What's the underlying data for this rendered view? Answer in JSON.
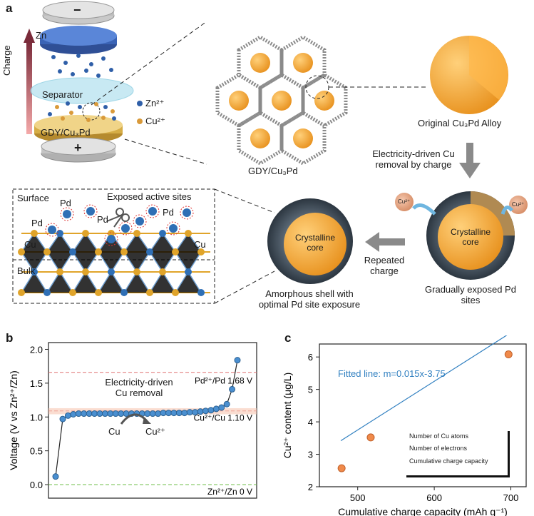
{
  "panel_a": {
    "letter": "a",
    "battery": {
      "minus": "−",
      "plus": "+",
      "zn": "Zn",
      "separator": "Separator",
      "cathode": "GDY/Cu₃Pd",
      "charge": "Charge",
      "legend_zn": "Zn²⁺",
      "legend_cu": "Cu²⁺"
    },
    "lattice_caption": "GDY/Cu₃Pd",
    "alloy_caption": "Original Cu₃Pd Alloy",
    "process_1": [
      "Electricity-driven Cu",
      "removal by charge"
    ],
    "cu_ion": "Cu²⁺",
    "core_text": [
      "Crystalline",
      "core"
    ],
    "exposed_caption": [
      "Gradually exposed Pd",
      "sites"
    ],
    "repeated": [
      "Repeated",
      "charge"
    ],
    "shell_caption": [
      "Amorphous shell with",
      "optimal Pd site exposure"
    ],
    "model": {
      "surface": "Surface",
      "bulk": "Bulk",
      "pd": "Pd",
      "cu": "Cu",
      "exposed": "Exposed active sites"
    },
    "colors": {
      "zn_ion": "#2f5fa8",
      "cu_ion": "#d99a3a",
      "alloy": "#f2a83a",
      "shell": "#3d4a57"
    }
  },
  "panel_b": {
    "letter": "b",
    "annotation": [
      "Electricity-driven",
      "Cu removal"
    ],
    "reaction_from": "Cu",
    "reaction_to": "Cu²⁺",
    "reference_lines": [
      {
        "label": "Pd²⁺/Pd  1.68 V",
        "y": 1.66,
        "color": "#e07070"
      },
      {
        "label": "Cu²⁺/Cu  1.10 V",
        "y": 1.09,
        "color": "#e07070"
      },
      {
        "label": "Zn²⁺/Zn   0 V",
        "y": 0.0,
        "color": "#6fbf4a"
      }
    ],
    "chart_data": {
      "type": "line",
      "title": "",
      "xlabel": "",
      "ylabel": "Voltage (V vs Zn²⁺/Zn)",
      "ylim": [
        -0.2,
        2.1
      ],
      "yticks": [
        "0.0",
        "0.5",
        "1.0",
        "1.5",
        "2.0"
      ],
      "ytick_values": [
        0.0,
        0.5,
        1.0,
        1.5,
        2.0
      ],
      "series": [
        {
          "values": [
            0.12,
            0.97,
            1.02,
            1.04,
            1.05,
            1.05,
            1.05,
            1.05,
            1.05,
            1.05,
            1.05,
            1.05,
            1.05,
            1.05,
            1.05,
            1.05,
            1.05,
            1.05,
            1.05,
            1.05,
            1.06,
            1.06,
            1.06,
            1.06,
            1.06,
            1.07,
            1.07,
            1.08,
            1.09,
            1.1,
            1.12,
            1.14,
            1.19,
            1.41,
            1.84
          ]
        }
      ]
    }
  },
  "panel_c": {
    "letter": "c",
    "fit_label": "Fitted line:  m=0.015x-3.75",
    "inset_rows": [
      "Number of Cu atoms",
      "Number of electrons",
      "Cumulative charge capacity"
    ],
    "chart_data": {
      "type": "scatter",
      "title": "",
      "xlabel": "Cumulative charge capacity  (mAh g⁻¹)",
      "ylabel": "Cu²⁺ content (μg/L)",
      "xlim": [
        450,
        720
      ],
      "ylim": [
        2,
        6.4
      ],
      "xticks": [
        "500",
        "600",
        "700"
      ],
      "xtick_values": [
        500,
        600,
        700
      ],
      "yticks": [
        "2",
        "3",
        "4",
        "5",
        "6"
      ],
      "ytick_values": [
        2,
        3,
        4,
        5,
        6
      ],
      "points": [
        {
          "x": 479,
          "y": 2.57
        },
        {
          "x": 517,
          "y": 3.52
        },
        {
          "x": 697,
          "y": 6.08
        }
      ],
      "fit": {
        "slope": 0.015,
        "intercept": -3.75,
        "x": [
          478,
          698
        ]
      }
    }
  }
}
